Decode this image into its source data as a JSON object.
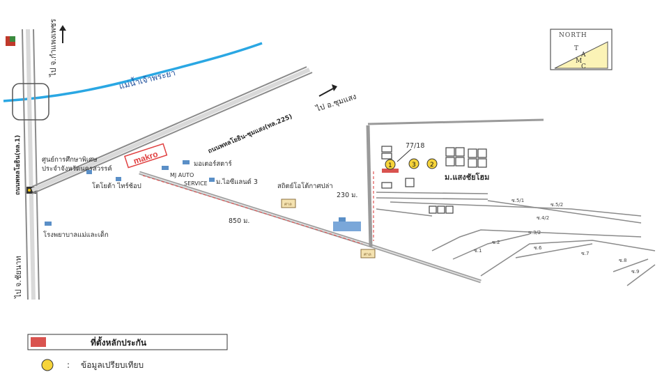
{
  "map": {
    "compass": {
      "word": "NORTH",
      "letters": [
        "T",
        "A",
        "M",
        "C"
      ]
    },
    "river_label": "แม่น้ำเจ้าพระยา",
    "roads": {
      "main_road": "ถนนพหลโยธิน(ทล.1)",
      "side_road": "ถนนพหลโยธิน-ชุมแสง(ทล.225)",
      "to_kamphaeng_phet": "ไป จ.กำแพงเพชร",
      "to_chai_nat": "ไป จ.ชัยนาท",
      "to_chum_saeng": "ไป อ.ชุมแสง"
    },
    "places": {
      "makro": "makro",
      "education_center": "ศูนย์การศึกษาพิเศษ",
      "education_center_2": "ประจำจังหวัดนครสวรรค์",
      "toyota": "โตโยต้า ไทร์ช้อป",
      "mj_auto": "MJ AUTO",
      "mj_service": "SERVICE",
      "motorstar": "มอเตอร์สตาร์",
      "ma_isuzu": "ม.ไอซีแลนด์ 3",
      "hospital": "โรงพยาบาลแม่และเด็ก",
      "elephant_school": "สถิตย์โอโต้กาศปล่า",
      "village": "ม.แสงชัยโฮม"
    },
    "house_no": "77/18",
    "distances": {
      "d850": "850 ม.",
      "d230": "230 ม."
    },
    "markers": [
      "1",
      "3",
      "2"
    ],
    "soi": [
      "ซ.5/1",
      "ซ.5/2",
      "ซ.4/2",
      "ซ.3/2",
      "ซ.2",
      "ซ.1",
      "ซ.6",
      "ซ.7",
      "ซ.8",
      "ซ.9"
    ],
    "shrine_label": "ศาล"
  },
  "legend": {
    "collateral": "ที่ตั้งหลักประกัน",
    "comparables_colon": ":",
    "comparables": "ข้อมูลเปรียบเทียบ"
  },
  "colors": {
    "road": "#bdbdbd",
    "road_edge": "#8a8a8a",
    "river": "#2aa7e3",
    "collateral": "#d9534f",
    "marker": "#f6d43a",
    "compass_fill": "#fbf3b6",
    "dash_line": "#e05555"
  }
}
